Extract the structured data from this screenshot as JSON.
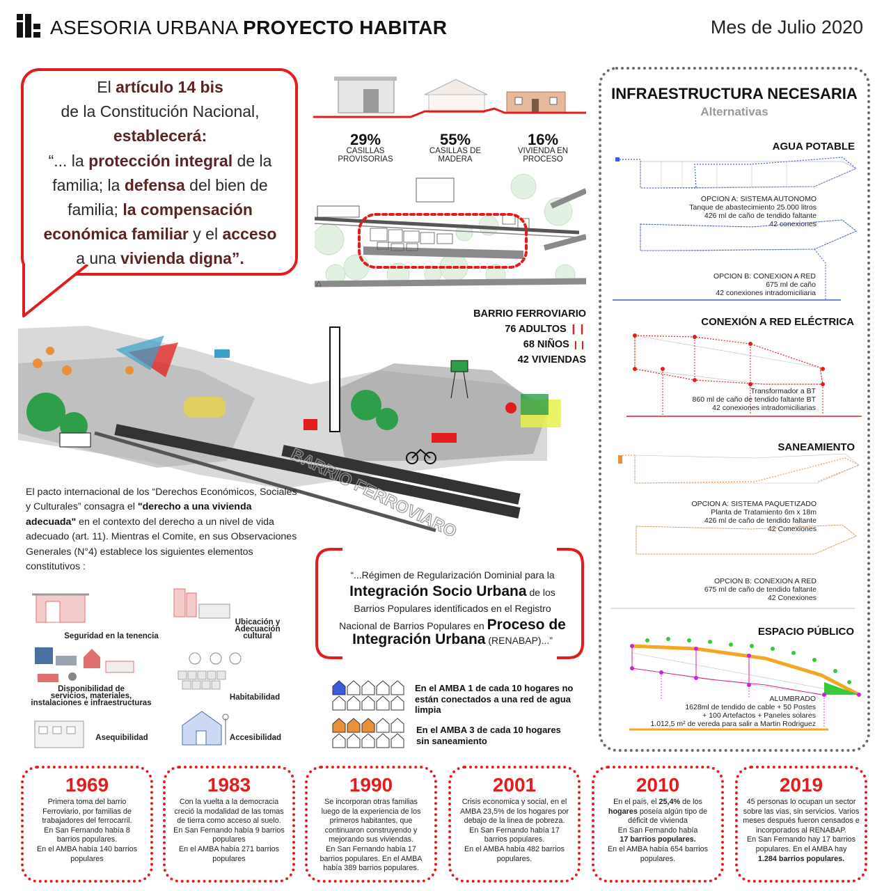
{
  "header": {
    "title_regular": "ASESORIA URBANA ",
    "title_bold": "PROYECTO HABITAR",
    "date": "Mes de Julio 2020"
  },
  "bubble": {
    "l1_a": "El ",
    "l1_b": "artículo 14 bis",
    "l2": "de la Constitución Nacional,",
    "l3": "establecerá:",
    "l4_a": "“... la ",
    "l4_b": "protección integral",
    "l4_c": " de la",
    "l5_a": "familia; la ",
    "l5_b": "defensa",
    "l5_c": " del bien de",
    "l6_a": "familia; ",
    "l6_b": "la compensación",
    "l7_a": "económica familiar",
    "l7_b": " y el ",
    "l7_c": "acceso",
    "l8_a": "a una ",
    "l8_b": "vivienda digna",
    "l8_c": "”."
  },
  "housing": [
    {
      "pct": "29%",
      "label1": "CASILLAS",
      "label2": "PROVISORIAS"
    },
    {
      "pct": "55%",
      "label1": "CASILLAS DE",
      "label2": "MADERA"
    },
    {
      "pct": "16%",
      "label1": "VIVIENDA EN",
      "label2": "PROCESO"
    }
  ],
  "barrio": {
    "name": "BARRIO FERROVIARIO",
    "adultos": "76 ADULTOS",
    "ninos": "68 NIÑOS",
    "viviendas": "42 VIVIENDAS",
    "track_label": "BARRIO FERROVIARO"
  },
  "infra": {
    "title": "INFRAESTRUCTURA NECESARIA",
    "subtitle": "Alternativas",
    "agua": {
      "title": "AGUA POTABLE",
      "a1": "OPCION A: SISTEMA AUTONOMO",
      "a2": "Tanque de abastecimiento 25.000 litros",
      "a3": "426 ml de caño de tendido faltante",
      "a4": "42 conexiones",
      "b1": "OPCION B: CONEXION A RED",
      "b2": "675 ml de caño",
      "b3": "42 conexiones intradomiciliaria"
    },
    "electrica": {
      "title": "CONEXIÓN A RED ELÉCTRICA",
      "t1": "Transformador a BT",
      "t2": "860 ml de caño de tendido faltante BT",
      "t3": "42 conexiones intradomiciliarias"
    },
    "saneamiento": {
      "title": "SANEAMIENTO",
      "a1": "OPCION A: SISTEMA PAQUETIZADO",
      "a2": "Planta de Tratamiento 6m x 18m",
      "a3": "426 ml de caño de tendido faltante",
      "a4": "42 Conexiones",
      "b1": "OPCION B: CONEXION A RED",
      "b2": "675 ml de caño de tendido faltante",
      "b3": "42 Conexiones"
    },
    "publico": {
      "title": "ESPACIO PÚBLICO",
      "t1": "ALUMBRADO",
      "t2": "1628ml de tendido de cable + 50 Postes",
      "t3": "+ 100 Artefactos + Paneles solares",
      "t4": "1.012,5 m² de vereda para salir a Martin Rodriguez"
    }
  },
  "pacto": {
    "p1": "El pacto internacional de los “Derechos Económicos, Sociales y Culturales” consagra el ",
    "p2": "\"derecho a una vivienda adecuada\"",
    "p3": " en el contexto del derecho a un nivel de vida adecuado (art. 11). Mientras el Comite, en sus Observaciones Generales (N°4) establece los siguientes elementos constitutivos :"
  },
  "elements": {
    "seguridad": "Seguridad en la tenencia",
    "ubicacion1": "Ubicación y",
    "ubicacion2": "Adecuación",
    "ubicacion3": "cultural",
    "disp1": "Disponibilidad de",
    "disp2": "servicios, materiales,",
    "disp3": "instalaciones e infraestructuras",
    "habitabilidad": "Habitabilidad",
    "asequibilidad": "Asequibilidad",
    "accesibilidad": "Accesibilidad"
  },
  "renabap": {
    "l1": "“...Régimen de Regularización Dominial para la",
    "l2_a": "Integración Socio Urbana",
    "l2_b": " de los",
    "l3": "Barrios Populares identificados en el Registro",
    "l4_a": "Nacional de Barrios Populares en ",
    "l4_b": "Proceso de",
    "l5_a": "Integración Urbana",
    "l5_b": " (RENABAP)...”"
  },
  "amba": {
    "agua1": "En el AMBA 1 de cada 10 hogares no",
    "agua2": "están conectados a una red de agua",
    "agua3": "limpia",
    "san1": "En el AMBA 3 de cada 10 hogares",
    "san2": "sin saneamiento"
  },
  "timeline": [
    {
      "year": "1969",
      "lines": [
        "Primera toma del barrio",
        "Ferroviario, por familias de",
        "trabajadores del ferrocarril.",
        "En San Fernando había 8",
        "barrios populares.",
        "En el AMBA había 140 barrios",
        "populares"
      ]
    },
    {
      "year": "1983",
      "lines": [
        "Con la vuelta a la democracia",
        "creció la modalidad de las tomas",
        "de tierra como acceso  al suelo.",
        "En San Fernando había 9 barrios",
        "populares",
        "En el AMBA había 271 barrios",
        "populares"
      ]
    },
    {
      "year": "1990",
      "lines": [
        "Se incorporan otras familias",
        "luego de la experiencia de los",
        "primeros habitantes, que",
        "continuaron construyendo y",
        "mejorando sus viviendas.",
        "En San Fernando había 17",
        "barrios populares. En el AMBA",
        "había 389 barrios populares."
      ]
    },
    {
      "year": "2001",
      "lines": [
        "Crisis economica y social, en el",
        "AMBA 23,5% de los hogares por",
        "debajo de la linea de pobreza.",
        "En San Fernando había 17",
        "barrios populares.",
        "En el AMBA había 482 barrios",
        "populares."
      ]
    },
    {
      "year": "2010",
      "lines": [
        "En el país, el 25,4% de los",
        "hogares poseía algún tipo de",
        "déficit de vivienda",
        "En San Fernando había",
        "17 barrios populares.",
        "En el AMBA había 654 barrios",
        "populares."
      ]
    },
    {
      "year": "2019",
      "lines": [
        "45 personas lo ocupan un sector",
        "sobre las vias, sin servicios. Varios",
        "meses después fueron censados e",
        "incorporados al RENABAP.",
        "En San Fernando hay 17 barrios",
        "populares. En el AMBA hay",
        "1.284 barrios populares."
      ]
    }
  ],
  "colors": {
    "accent": "#e11d1d",
    "water": "#3b5bdb",
    "sewer": "#e8913a",
    "public": "#f5a623",
    "green": "#38c938"
  }
}
